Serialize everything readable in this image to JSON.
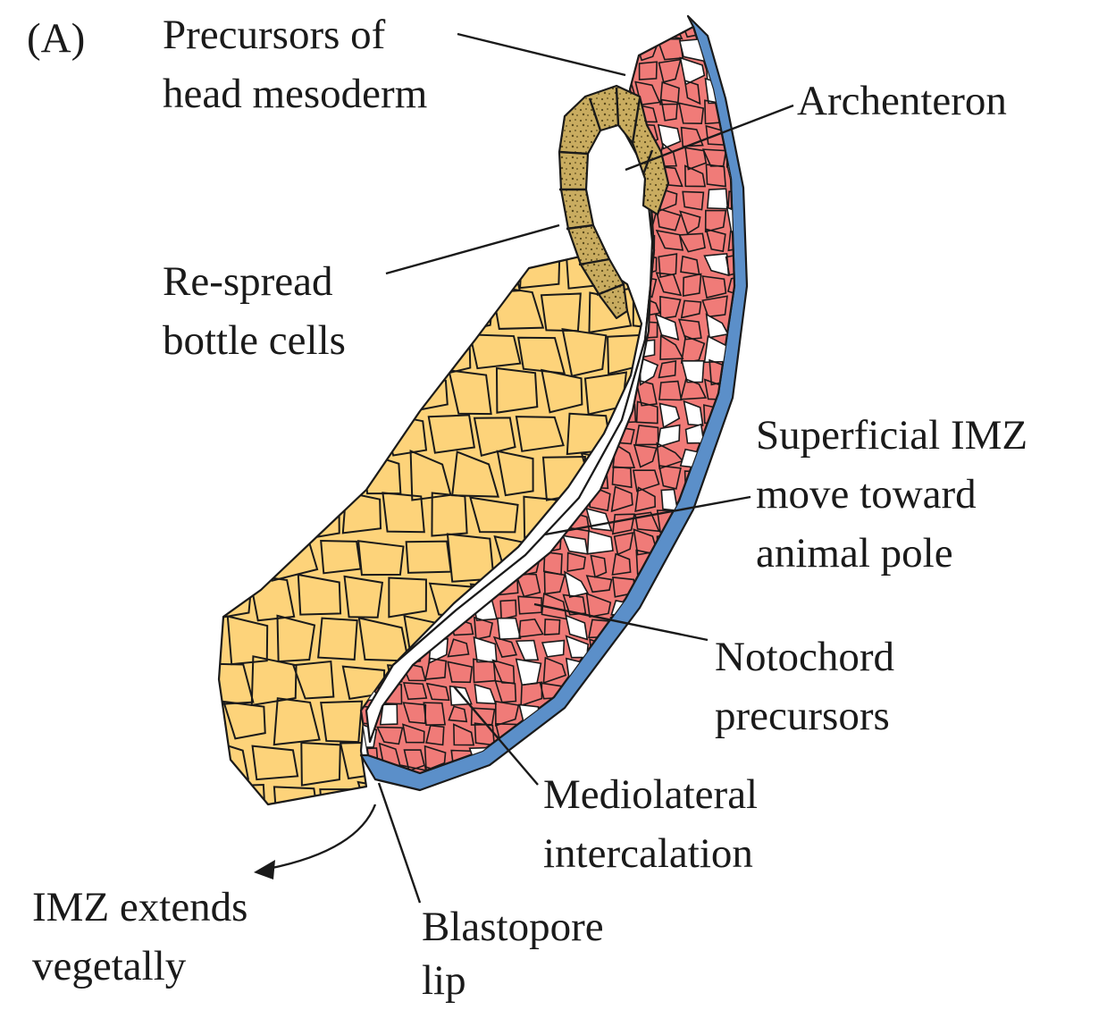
{
  "panel_label": "(A)",
  "labels": {
    "head_mesoderm": [
      "Precursors of",
      "head mesoderm"
    ],
    "archenteron": [
      "Archenteron"
    ],
    "bottle_cells": [
      "Re-spread",
      "bottle cells"
    ],
    "superficial_imz": [
      "Superficial IMZ",
      "move toward",
      "animal pole"
    ],
    "notochord": [
      "Notochord",
      "precursors"
    ],
    "mediolateral": [
      "Mediolateral",
      "intercalation"
    ],
    "imz_extends": [
      "IMZ extends",
      "vegetally"
    ],
    "blastopore": [
      "Blastopore",
      "lip"
    ]
  },
  "colors": {
    "yolk_cells": "#fdd37a",
    "mesoderm_cells": "#f07b78",
    "superficial_layer": "#5b8fc9",
    "bottle_cells": "#c9ac60",
    "outline": "#1a1a1a",
    "background": "#ffffff"
  }
}
